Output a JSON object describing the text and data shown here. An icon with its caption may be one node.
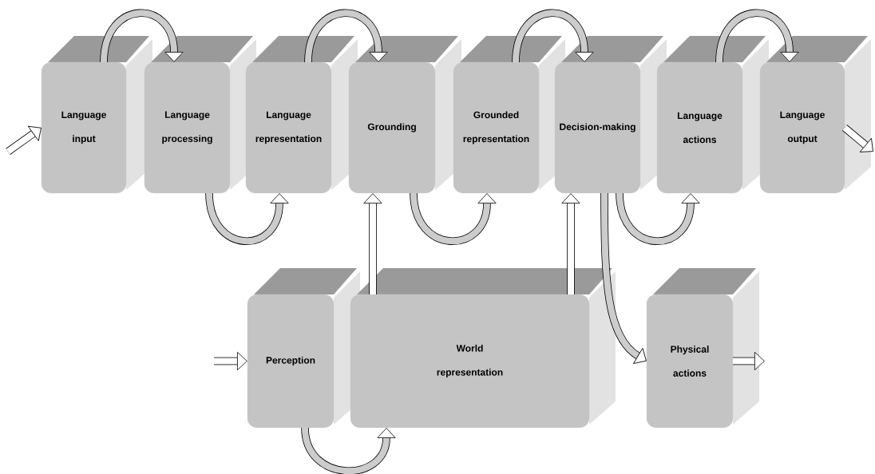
{
  "diagram": {
    "nodes": [
      {
        "text": [
          "Language",
          "input"
        ]
      },
      {
        "text": [
          "Language",
          "processing"
        ]
      },
      {
        "text": [
          "Language",
          "representation"
        ]
      },
      {
        "text": [
          "Grounding"
        ]
      },
      {
        "text": [
          "Grounded",
          "representation"
        ]
      },
      {
        "text": [
          "Decision-making"
        ]
      },
      {
        "text": [
          "Language",
          "actions"
        ]
      },
      {
        "text": [
          "Language",
          "output"
        ]
      },
      {
        "text": [
          "Perception"
        ]
      },
      {
        "text": [
          "World",
          "representation"
        ]
      },
      {
        "text": [
          "Physical",
          "actions"
        ]
      }
    ],
    "edges": [
      {
        "from": null,
        "to": 0,
        "arrow": "to"
      },
      {
        "from": 0,
        "to": 1,
        "arrow": "to"
      },
      {
        "from": 1,
        "to": 2,
        "arrow": "to"
      },
      {
        "from": 2,
        "to": 3,
        "arrow": "to"
      },
      {
        "from": 3,
        "to": 4,
        "arrow": "to"
      },
      {
        "from": 4,
        "to": 5,
        "arrow": "to"
      },
      {
        "from": 5,
        "to": 6,
        "arrow": "to"
      },
      {
        "from": 6,
        "to": 7,
        "arrow": "to"
      },
      {
        "from": 7,
        "to": null,
        "arrow": "to"
      },
      {
        "from": null,
        "to": 8,
        "arrow": "to"
      },
      {
        "from": 8,
        "to": 9,
        "arrow": "to"
      },
      {
        "from": 9,
        "to": 3,
        "arrow": "to"
      },
      {
        "from": 9,
        "to": 5,
        "arrow": "to"
      },
      {
        "from": 5,
        "to": 10,
        "arrow": "to"
      },
      {
        "from": 10,
        "to": null,
        "arrow": "to"
      }
    ]
  }
}
